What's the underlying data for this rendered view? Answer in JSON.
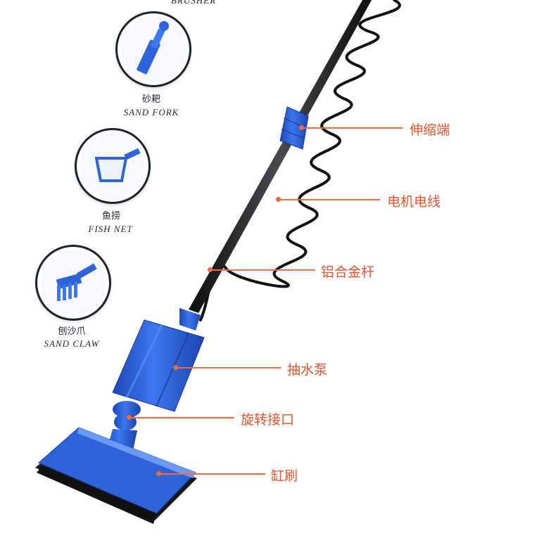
{
  "accessories": [
    {
      "cn": "",
      "en": "BRUSHER",
      "icon": "brush-head-icon"
    },
    {
      "cn": "砂耙",
      "en": "SAND FORK",
      "icon": "sand-fork-icon"
    },
    {
      "cn": "鱼捞",
      "en": "FISH NET",
      "icon": "fish-net-icon"
    },
    {
      "cn": "刨沙爪",
      "en": "SAND CLAW",
      "icon": "sand-claw-icon"
    }
  ],
  "callouts": [
    {
      "text": "伸缩端"
    },
    {
      "text": "电机电线"
    },
    {
      "text": "铝合金杆"
    },
    {
      "text": "抽水泵"
    },
    {
      "text": "旋转接口"
    },
    {
      "text": "缸刷"
    }
  ],
  "colors": {
    "label": "#e5542a",
    "leader": "#ef6a3d",
    "product_blue": "#2f63d8"
  }
}
